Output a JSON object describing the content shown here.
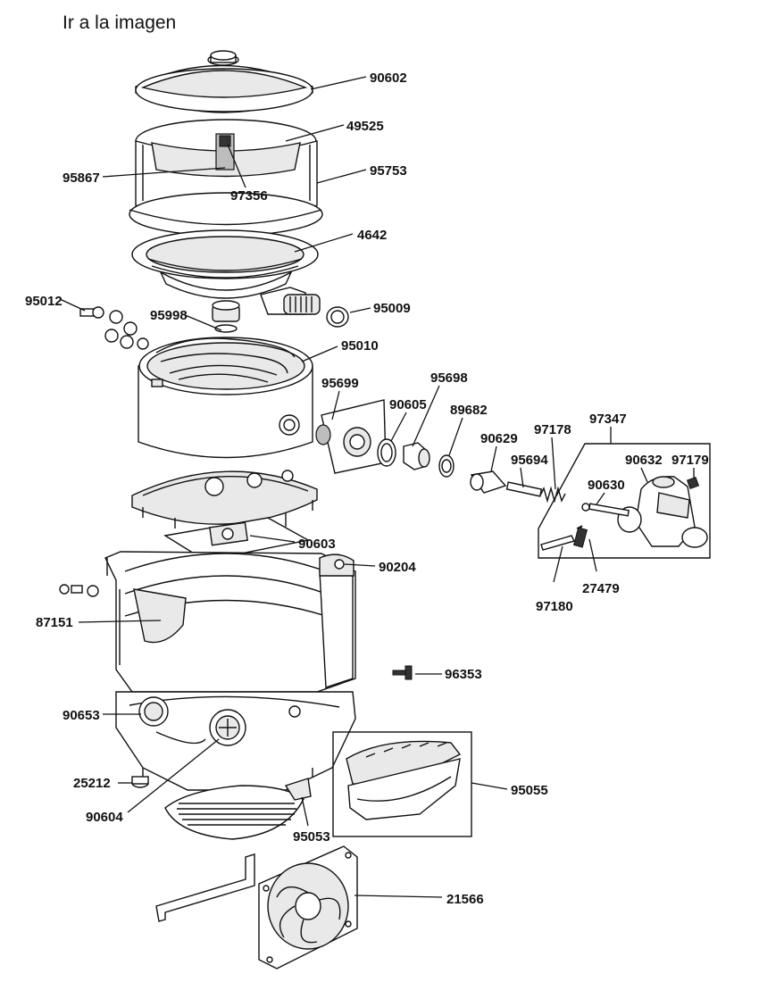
{
  "header": {
    "link_text": "Ir a la imagen"
  },
  "parts": [
    {
      "id": "90602",
      "key": "p90602"
    },
    {
      "id": "49525",
      "key": "p49525"
    },
    {
      "id": "95753",
      "key": "p95753"
    },
    {
      "id": "95867",
      "key": "p95867"
    },
    {
      "id": "97356",
      "key": "p97356"
    },
    {
      "id": "4642",
      "key": "p4642"
    },
    {
      "id": "95012",
      "key": "p95012"
    },
    {
      "id": "95998",
      "key": "p95998"
    },
    {
      "id": "95009",
      "key": "p95009"
    },
    {
      "id": "95010",
      "key": "p95010"
    },
    {
      "id": "95699",
      "key": "p95699"
    },
    {
      "id": "95698",
      "key": "p95698"
    },
    {
      "id": "90605",
      "key": "p90605"
    },
    {
      "id": "89682",
      "key": "p89682"
    },
    {
      "id": "90629",
      "key": "p90629"
    },
    {
      "id": "97178",
      "key": "p97178"
    },
    {
      "id": "97347",
      "key": "p97347"
    },
    {
      "id": "95694",
      "key": "p95694"
    },
    {
      "id": "90632",
      "key": "p90632"
    },
    {
      "id": "97179",
      "key": "p97179"
    },
    {
      "id": "90630",
      "key": "p90630"
    },
    {
      "id": "90603",
      "key": "p90603"
    },
    {
      "id": "90204",
      "key": "p90204"
    },
    {
      "id": "97180",
      "key": "p97180"
    },
    {
      "id": "27479",
      "key": "p27479"
    },
    {
      "id": "87151",
      "key": "p87151"
    },
    {
      "id": "96353",
      "key": "p96353"
    },
    {
      "id": "90653",
      "key": "p90653"
    },
    {
      "id": "95055",
      "key": "p95055"
    },
    {
      "id": "25212",
      "key": "p25212"
    },
    {
      "id": "90604",
      "key": "p90604"
    },
    {
      "id": "95053",
      "key": "p95053"
    },
    {
      "id": "21566",
      "key": "p21566"
    }
  ],
  "labels": {
    "p90602": "90602",
    "p49525": "49525",
    "p95753": "95753",
    "p95867": "95867",
    "p97356": "97356",
    "p4642": "4642",
    "p95012": "95012",
    "p95998": "95998",
    "p95009": "95009",
    "p95010": "95010",
    "p95699": "95699",
    "p95698": "95698",
    "p90605": "90605",
    "p89682": "89682",
    "p90629": "90629",
    "p97178": "97178",
    "p97347": "97347",
    "p95694": "95694",
    "p90632": "90632",
    "p97179": "97179",
    "p90630": "90630",
    "p90603": "90603",
    "p90204": "90204",
    "p97180": "97180",
    "p27479": "27479",
    "p87151": "87151",
    "p96353": "96353",
    "p90653": "90653",
    "p95055": "95055",
    "p25212": "25212",
    "p90604": "90604",
    "p95053": "95053",
    "p21566": "21566"
  }
}
